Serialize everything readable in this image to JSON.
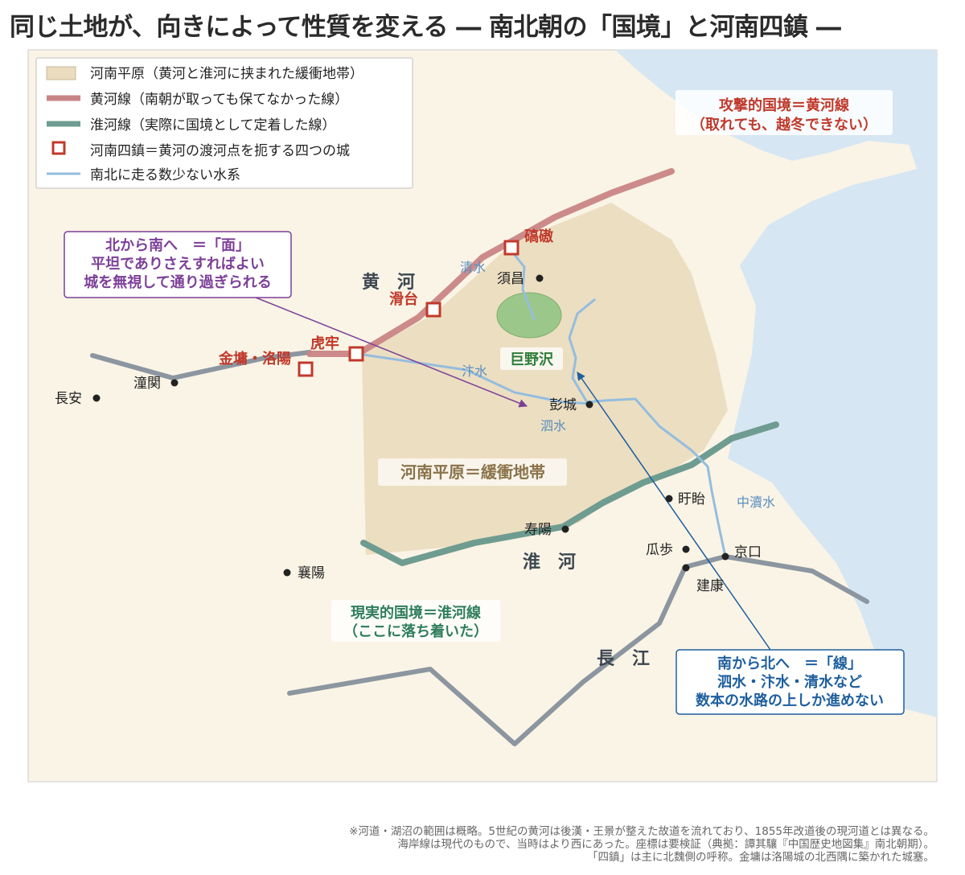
{
  "title": "同じ土地が、向きによって性質を変える ― 南北朝の「国境」と河南四鎮 ―",
  "legend": [
    {
      "key": "plain",
      "label": "河南平原（黄河と淮河に挟まれた緩衝地帯）"
    },
    {
      "key": "yellow",
      "label": "黄河線（南朝が取っても保てなかった線）"
    },
    {
      "key": "huai",
      "label": "淮河線（実際に国境として定着した線）"
    },
    {
      "key": "fort",
      "label": "河南四鎮＝黄河の渡河点を扼する四つの城"
    },
    {
      "key": "water",
      "label": "南北に走る数少ない水系"
    }
  ],
  "callouts": {
    "offensive": [
      "攻撃的国境＝黄河線",
      "（取れても、越冬できない）"
    ],
    "north_to_south": [
      "北から南へ　＝「面」",
      "平坦でありさえすればよい",
      "城を無視して通り過ぎられる"
    ],
    "realistic": [
      "現実的国境＝淮河線",
      "（ここに落ち着いた）"
    ],
    "south_to_north": [
      "南から北へ　＝「線」",
      "泗水・汴水・清水など",
      "数本の水路の上しか進めない"
    ]
  },
  "regions": {
    "plain": "河南平原＝緩衝地帯",
    "lake": "巨野沢"
  },
  "rivers": {
    "yellow": "黄　河",
    "huai": "淮　河",
    "yangtze": "長　江"
  },
  "waterways": {
    "qing": "清水",
    "bian": "汴水",
    "si": "泗水",
    "zhongdu": "中瀆水"
  },
  "forts": {
    "qiaoao": "碻磝",
    "huatai": "滑台",
    "hulao": "虎牢",
    "jinyong": "金墉・洛陽"
  },
  "cities": {
    "xuchang": "須昌",
    "pengcheng": "彭城",
    "xuyi": "盱眙",
    "shouyang": "寿陽",
    "guabu": "瓜歩",
    "jingkou": "京口",
    "jiankang": "建康",
    "tongguan": "潼関",
    "changan": "長安",
    "xiangyang": "襄陽"
  },
  "footnote": [
    "※河道・湖沼の範囲は概略。5世紀の黄河は後漢・王景が整えた故道を流れており、1855年改道後の現河道とは異なる。",
    "海岸線は現代のもので、当時はより西にあった。座標は要検証（典拠：譚其驤『中国歴史地図集』南北朝期）。",
    "「四鎮」は主に北魏側の呼称。金墉は洛陽城の北西隅に築かれた城塞。"
  ],
  "colors": {
    "sea": "#d6e6f3",
    "land": "#faf4e6",
    "plain": "#ebdcbf",
    "yellow_line": "#c98585",
    "huai_line": "#6f9c90",
    "fort": "#c0392b",
    "water": "#94bddf",
    "river_gray": "#8c96a0",
    "lake": "#9cc78a",
    "purple": "#7c3f98",
    "blue": "#1e5f9e",
    "green_text": "#2e7d5b",
    "red_text": "#c0392b",
    "brown_text": "#8a7349"
  }
}
